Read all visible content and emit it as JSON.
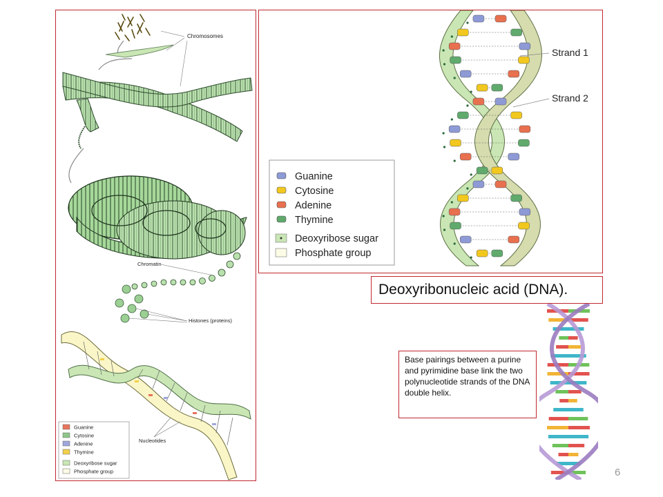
{
  "title": "Deoxyribonucleic acid (DNA).",
  "caption": "Base pairings between a purine and pyrimidine base link the  two polynucleotide strands of the DNA double helix.",
  "slide_number": "6",
  "left_panel": {
    "labels": {
      "chromosomes": "Chromosomes",
      "chromatin": "Chromatin",
      "histones": "Histones (proteins)",
      "nucleotides": "Nucleotides"
    },
    "legend": [
      {
        "label": "Guanine",
        "color": "#e8745c"
      },
      {
        "label": "Cytosine",
        "color": "#8dc68a"
      },
      {
        "label": "Adenine",
        "color": "#9fa6dc"
      },
      {
        "label": "Thymine",
        "color": "#f2d04a"
      },
      {
        "label": "Deoxyribose sugar",
        "color": "#c9e6b4"
      },
      {
        "label": "Phosphate group",
        "color": "#fbfbe6"
      }
    ]
  },
  "right_panel": {
    "strand_labels": {
      "strand1": "Strand 1",
      "strand2": "Strand 2"
    },
    "legend": [
      {
        "label": "Guanine",
        "color": "#8e9ad6"
      },
      {
        "label": "Cytosine",
        "color": "#f2c81f"
      },
      {
        "label": "Adenine",
        "color": "#e8704f"
      },
      {
        "label": "Thymine",
        "color": "#5faa6c"
      },
      {
        "label": "Deoxyribose sugar",
        "color": "#c9e6b4"
      },
      {
        "label": "Phosphate group",
        "color": "#fbfbe6"
      }
    ]
  },
  "colors": {
    "border": "#c0272d",
    "green": "#a6d89a",
    "helix_outer": "#d6dcae",
    "helix_inner": "#c9e6b4"
  }
}
